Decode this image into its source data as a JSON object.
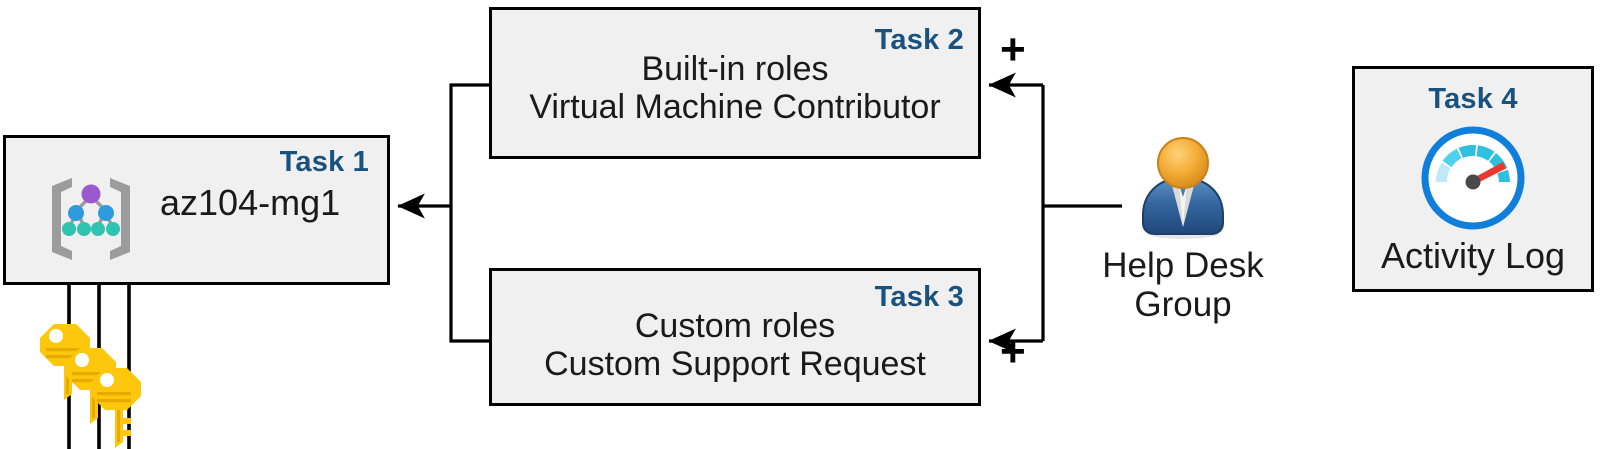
{
  "diagram": {
    "title": "Azure RBAC role assignment task diagram",
    "accent_color": "#19527e",
    "box_fill": "#f0f0f0",
    "box_border": "#000000"
  },
  "task1": {
    "tag": "Task 1",
    "label": "az104-mg1",
    "icon": "management-group-icon"
  },
  "task2": {
    "tag": "Task 2",
    "line1": "Built-in roles",
    "line2": "Virtual Machine Contributor"
  },
  "task3": {
    "tag": "Task 3",
    "line1": "Custom roles",
    "line2": "Custom Support Request"
  },
  "task4": {
    "tag": "Task 4",
    "label": "Activity Log",
    "icon": "gauge-icon"
  },
  "helpdesk": {
    "line1": "Help Desk",
    "line2": "Group",
    "icon": "user-group-icon"
  },
  "keys": {
    "icon": "keys-icon",
    "count": 3
  },
  "operators": {
    "plus_top": "+",
    "plus_bottom": "+"
  },
  "colors": {
    "task_label": "#19527e",
    "box_fill": "#f0f0f0",
    "stroke": "#000000",
    "mg_root_node": "#9b59d0",
    "mg_mid_node": "#2e9bdf",
    "mg_leaf_node": "#2ec4b0",
    "mg_bracket": "#9c9c9c",
    "person_head": "#f0a830",
    "person_body": "#2e6fab",
    "gauge_ring": "#0f7fdb",
    "gauge_segment": "#2fc0dd",
    "gauge_needle": "#e8392f",
    "key_body": "#fdc70c"
  }
}
